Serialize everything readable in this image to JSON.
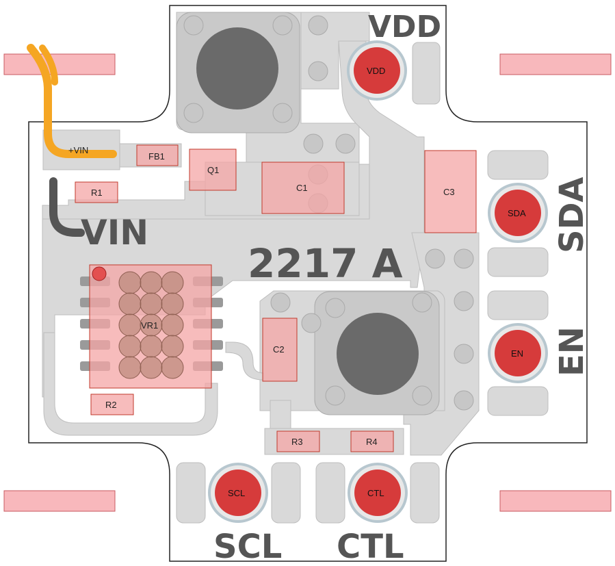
{
  "board": {
    "marking": "2217 A",
    "silk": {
      "vdd": "VDD",
      "vin": "VIN",
      "sda": "SDA",
      "en": "EN",
      "scl": "SCL",
      "ctl": "CTL"
    },
    "components": {
      "vin_pad": "+VIN",
      "fb1": "FB1",
      "q1": "Q1",
      "c1": "C1",
      "c3": "C3",
      "r1": "R1",
      "vr1": "VR1",
      "c2": "C2",
      "r2": "R2",
      "r3": "R3",
      "r4": "R4"
    },
    "test_points": {
      "vdd": "VDD",
      "sda": "SDA",
      "en": "EN",
      "scl": "SCL",
      "ctl": "CTL"
    }
  },
  "colors": {
    "copper": "#d9d9d9",
    "component": "#f4a6a6",
    "pad": "#d63b3b",
    "wire": "#f5a623",
    "silkscreen": "#555555"
  }
}
